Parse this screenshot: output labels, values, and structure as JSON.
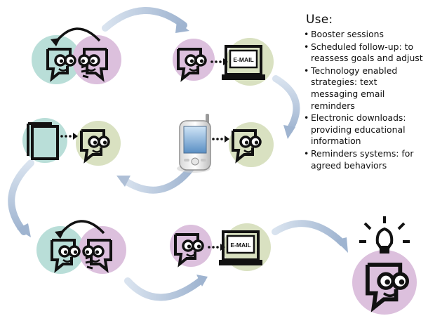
{
  "heading": "Use:",
  "items": [
    {
      "label": "Booster sessions"
    },
    {
      "label": "Scheduled follow-up: to reassess goals and adjust"
    },
    {
      "label": "Technology enabled strategies: text messaging email reminders"
    },
    {
      "label": "Electronic downloads: providing educational information"
    },
    {
      "label": "Reminders systems: for agreed behaviors"
    }
  ],
  "monitor_label": "E-MAIL",
  "colors": {
    "teal": "#b9ded8",
    "lavender": "#dcc0dd",
    "sage": "#d9e1c1",
    "flow_arrow": "#aebfd6",
    "ink": "#111111"
  }
}
